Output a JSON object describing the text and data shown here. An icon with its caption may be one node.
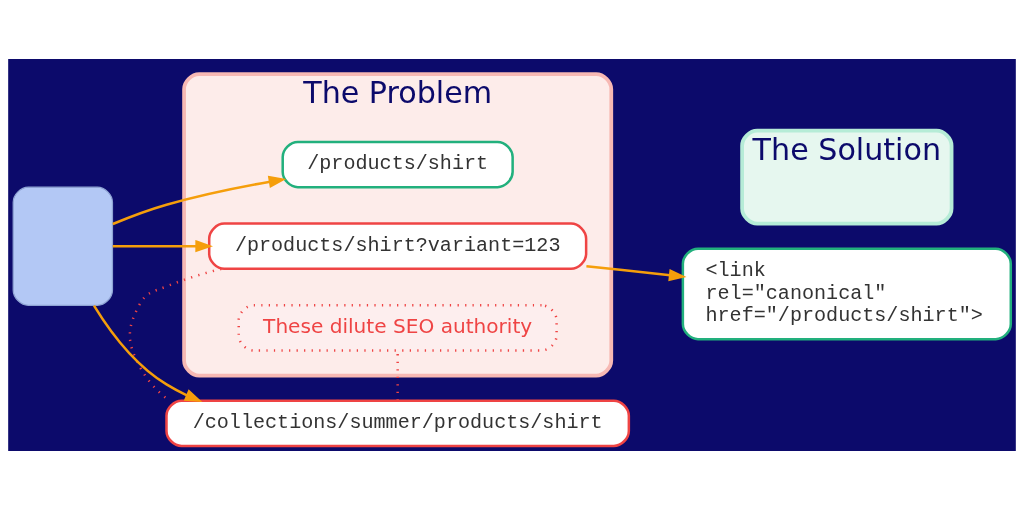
{
  "diagram": {
    "nodes": [
      {
        "text": [
          "The Problem"
        ]
      },
      {
        "text": [
          "The Solution"
        ]
      },
      {
        "text": [],
        "shape": "box"
      },
      {
        "text": [
          "/products/shirt"
        ],
        "in": 0
      },
      {
        "text": [
          "/products/shirt?variant=123"
        ],
        "in": 0
      },
      {
        "text": [
          "/collections/summer/products/shirt"
        ]
      },
      {
        "text": [
          "These dilute SEO authority"
        ],
        "in": 0
      },
      {
        "text": [
          "<link rel=\"canonical\" href=\"/products/shirt\">"
        ]
      }
    ],
    "edges": [
      {
        "from": 2,
        "to": 3,
        "arrow": "to"
      },
      {
        "from": 2,
        "to": 4,
        "arrow": "to"
      },
      {
        "from": 2,
        "to": 5,
        "arrow": "to"
      },
      {
        "from": 4,
        "to": 7,
        "arrow": "to"
      },
      {
        "from": 4,
        "to": 5,
        "arrow": "none",
        "style": "dashed",
        "color": "#ef4444"
      },
      {
        "from": 5,
        "to": 6,
        "arrow": "none",
        "style": "dashed",
        "color": "#ef4444"
      }
    ]
  }
}
